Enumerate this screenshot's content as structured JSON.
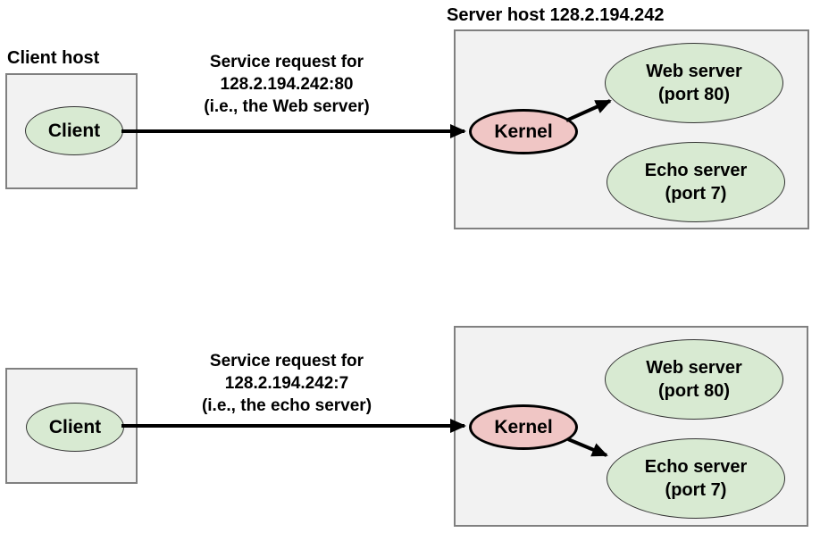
{
  "colors": {
    "process_fill": "#d8ead2",
    "process_border": "#333333",
    "kernel_fill": "#f0c6c5",
    "kernel_border": "#000000",
    "host_fill": "#f2f2f2",
    "host_border": "#808080",
    "arrow_color": "#000000",
    "text_color": "#000000"
  },
  "top_diagram": {
    "client_host_label": "Client host",
    "client_label": "Client",
    "request_label_lines": [
      "Service request for",
      "128.2.194.242:80",
      "(i.e., the Web server)"
    ],
    "server_host_label": "Server host 128.2.194.242",
    "kernel_label": "Kernel",
    "web_server_label_lines": [
      "Web server",
      "(port 80)"
    ],
    "echo_server_label_lines": [
      "Echo server",
      "(port 7)"
    ]
  },
  "bottom_diagram": {
    "client_label": "Client",
    "request_label_lines": [
      "Service request for",
      "128.2.194.242:7",
      "(i.e., the echo server)"
    ],
    "kernel_label": "Kernel",
    "web_server_label_lines": [
      "Web server",
      "(port 80)"
    ],
    "echo_server_label_lines": [
      "Echo server",
      "(port 7)"
    ]
  }
}
